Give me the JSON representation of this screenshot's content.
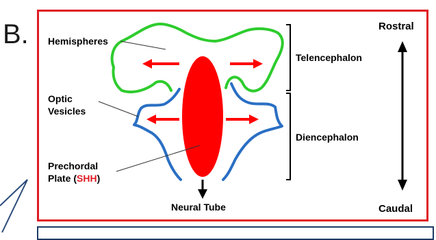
{
  "panel_letter": "B.",
  "labels": {
    "hemispheres": "Hemispheres",
    "optic_line1": "Optic",
    "optic_line2": "Vesicles",
    "prechordal_line1": "Prechordal",
    "prechordal_line2_prefix": "Plate (",
    "prechordal_shh": "SHH",
    "prechordal_line2_suffix": ")",
    "telencephalon": "Telencephalon",
    "diencephalon": "Diencephalon",
    "rostral": "Rostral",
    "caudal": "Caudal",
    "neural_tube": "Neural Tube"
  },
  "colors": {
    "frame": "#e01b24",
    "hemisphere_outline": "#2ecc2e",
    "diencephalon_outline": "#2a6fc4",
    "prechordal_plate": "#ff0000",
    "arrows": "#ff0000",
    "bottom_frame": "#1f3a64"
  }
}
